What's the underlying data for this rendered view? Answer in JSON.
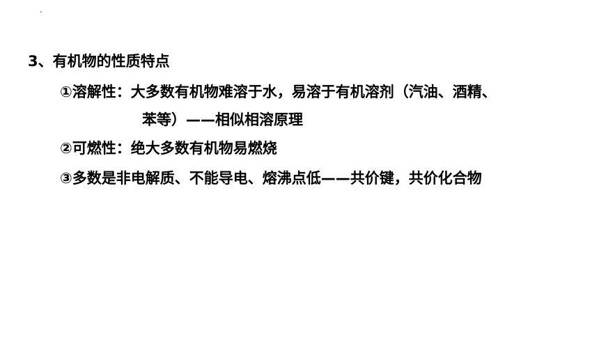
{
  "slide": {
    "heading": "3、有机物的性质特点",
    "items": [
      {
        "line1": "①溶解性：大多数有机物难溶于水，易溶于有机溶剂（汽油、酒精、",
        "line2": "苯等）——相似相溶原理"
      },
      {
        "line1": "②可燃性：绝大多数有机物易燃烧"
      },
      {
        "line1": "③多数是非电解质、不能导电、熔沸点低——共价键，共价化合物"
      }
    ]
  }
}
